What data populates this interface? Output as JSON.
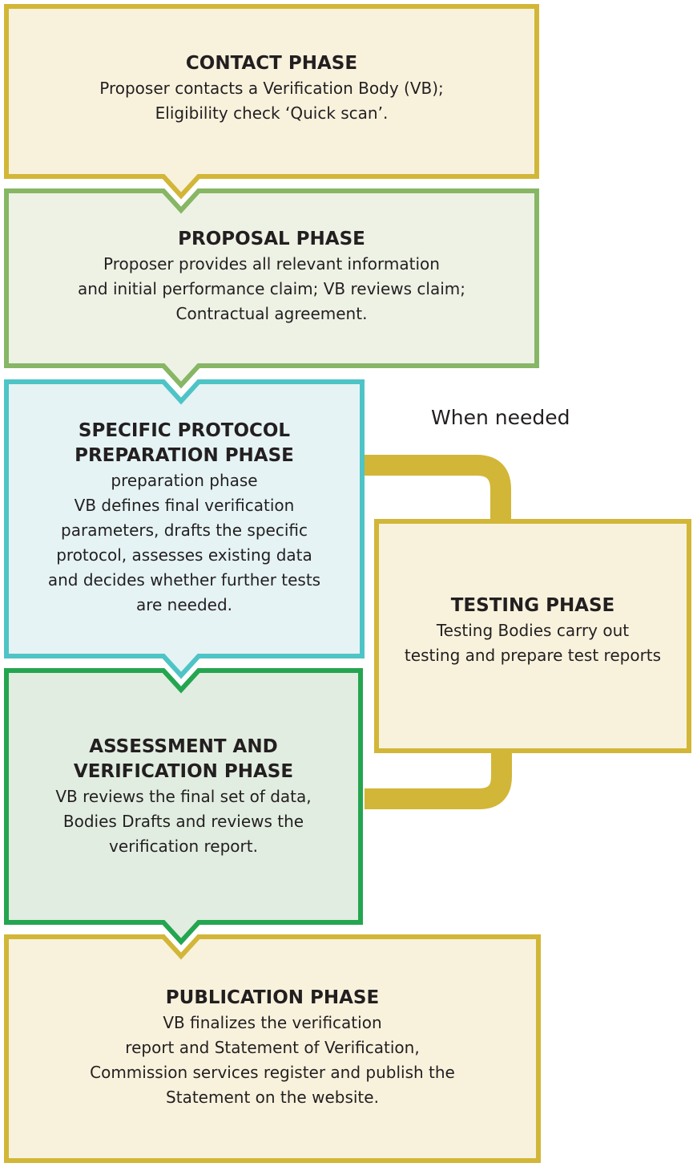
{
  "colors": {
    "yellow_border": "#d2b637",
    "yellow_fill": "#f8f2dd",
    "green_border": "#87b665",
    "green_fill": "#edf2e5",
    "teal_border": "#4ec4c6",
    "teal_fill": "#e5f3f4",
    "dark_green_border": "#24a550",
    "dark_green_fill": "#e1ede0",
    "connector": "#d2b637"
  },
  "contact": {
    "title": "CONTACT PHASE",
    "desc": "Proposer contacts a Verification Body (VB);\nEligibility check ‘Quick scan’."
  },
  "proposal": {
    "title": "PROPOSAL PHASE",
    "desc": "Proposer provides all relevant information\nand initial performance claim; VB reviews claim;\nContractual agreement."
  },
  "protocol": {
    "title": "SPECIFIC PROTOCOL\nPREPARATION PHASE",
    "desc": "preparation phase\nVB defines final verification\nparameters, drafts the specific\nprotocol, assesses existing data\nand decides whether further tests\nare needed."
  },
  "testing": {
    "title": "TESTING PHASE",
    "desc": "Testing Bodies carry out\ntesting and prepare test reports"
  },
  "assessment": {
    "title": "ASSESSMENT AND\nVERIFICATION PHASE",
    "desc": "VB reviews the final set of data,\nBodies  Drafts and reviews the\nverification report."
  },
  "publication": {
    "title": "PUBLICATION PHASE",
    "desc": "VB finalizes the verification\nreport and Statement of  Verification,\nCommission services register and publish the\nStatement on the website."
  },
  "loop_label": "When needed"
}
